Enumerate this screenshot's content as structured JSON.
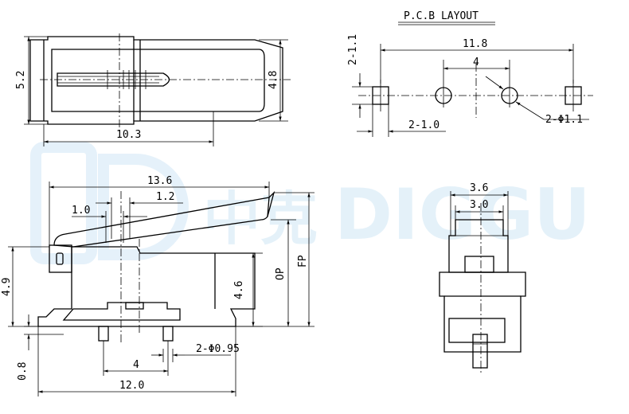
{
  "watermark": {
    "brand": "DIGGU",
    "cjk": "中克"
  },
  "pcb": {
    "title": "P.C.B  LAYOUT",
    "width": "11.8",
    "hole_pitch": "4",
    "hole_note": "2-Φ1.1",
    "pad_v": "2-1.1",
    "pad_h": "2-1.0"
  },
  "top_view": {
    "height": "5.2",
    "inner_height": "4.8",
    "length": "10.3"
  },
  "side_view": {
    "lever_length": "13.6",
    "d1_2": "1.2",
    "d1_0": "1.0",
    "h4_9": "4.9",
    "h4_6": "4.6",
    "op": "OP",
    "fp": "FP",
    "pin_pitch": "4",
    "pin_note": "2-Φ0.95",
    "base_thk": "0.8",
    "body_length": "12.0"
  },
  "end_view": {
    "w3_6": "3.6",
    "w3_0": "3.0"
  }
}
